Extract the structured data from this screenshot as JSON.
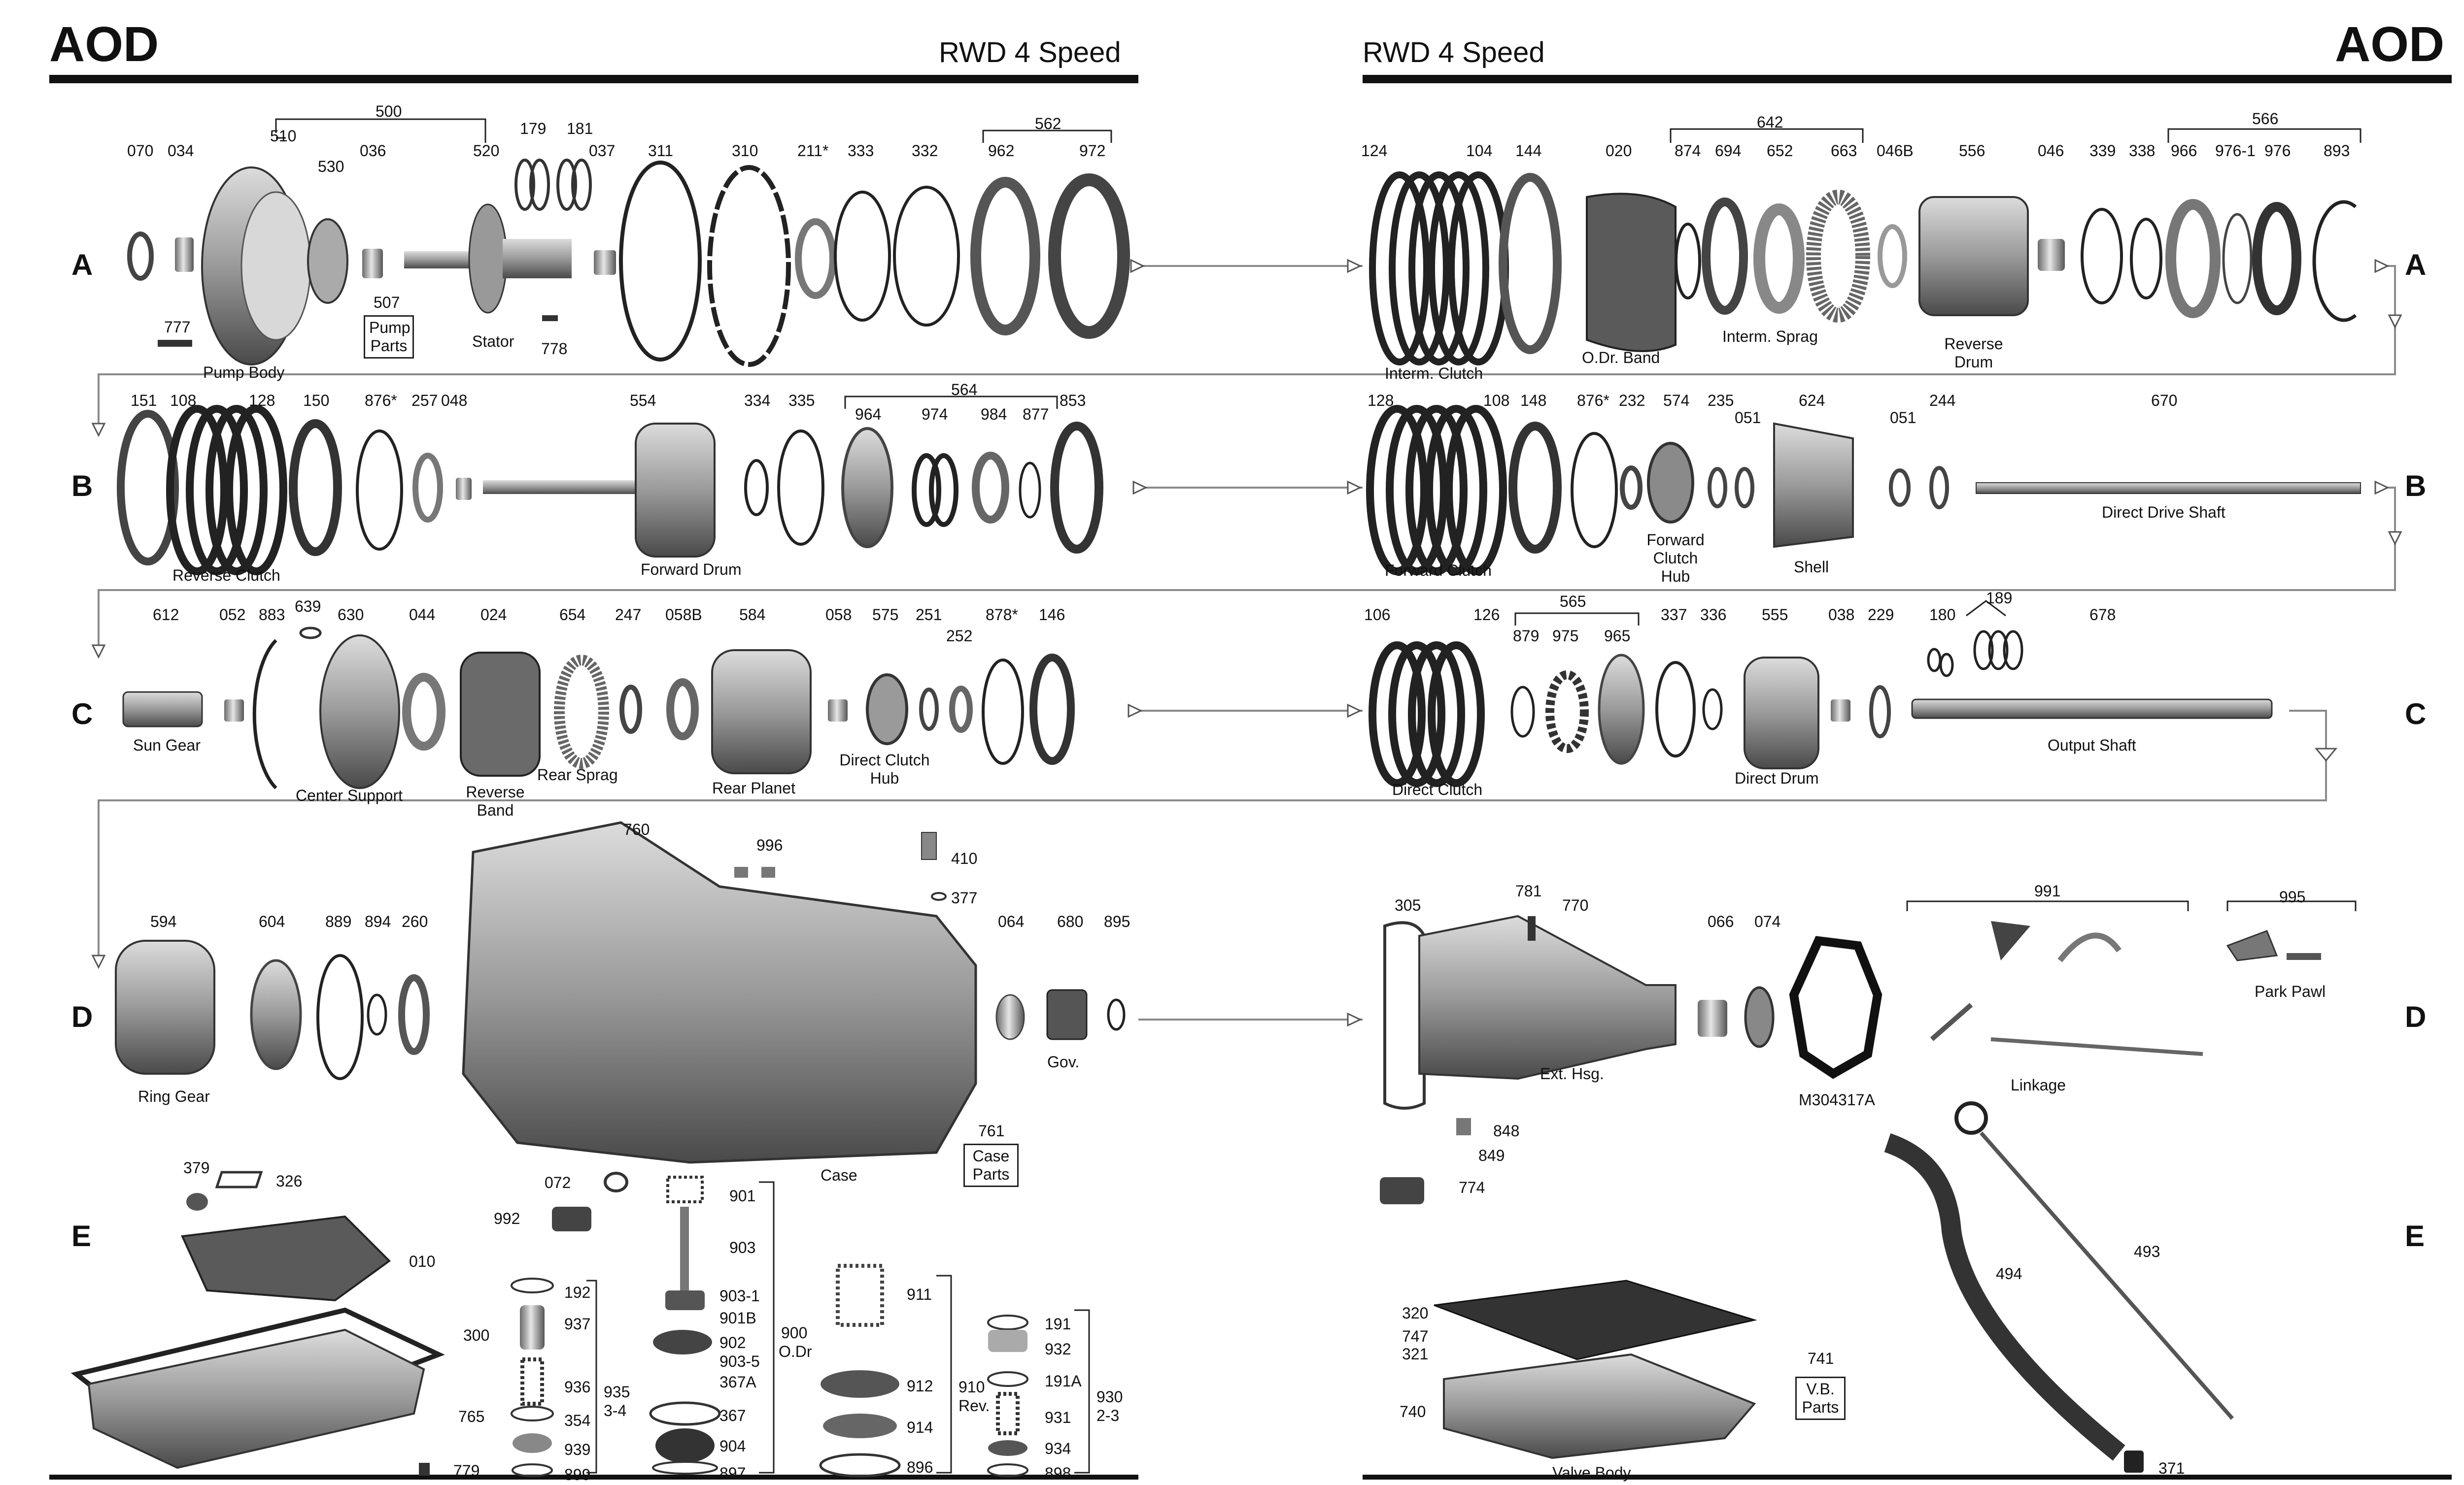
{
  "header": {
    "left_title": "AOD",
    "left_subtitle": "RWD 4 Speed",
    "right_title": "AOD",
    "right_subtitle": "RWD 4 Speed"
  },
  "rows": [
    "A",
    "B",
    "C",
    "D",
    "E"
  ],
  "part_numbers": [
    "070",
    "034",
    "510",
    "500",
    "530",
    "036",
    "520",
    "179",
    "181",
    "037",
    "311",
    "310",
    "211*",
    "333",
    "332",
    "562",
    "962",
    "972",
    "124",
    "104",
    "144",
    "020",
    "642",
    "874",
    "694",
    "652",
    "663",
    "046B",
    "556",
    "046",
    "339",
    "338",
    "566",
    "966",
    "976-1",
    "976",
    "893",
    "151",
    "108",
    "128",
    "150",
    "876*",
    "257",
    "048",
    "554",
    "334",
    "335",
    "564",
    "964",
    "974",
    "984",
    "877",
    "853",
    "128",
    "108",
    "148",
    "876*",
    "232",
    "574",
    "235",
    "051",
    "624",
    "051",
    "244",
    "670",
    "612",
    "052",
    "883",
    "639",
    "630",
    "044",
    "024",
    "654",
    "247",
    "058B",
    "584",
    "058",
    "575",
    "251",
    "252",
    "878*",
    "146",
    "106",
    "126",
    "565",
    "879",
    "975",
    "965",
    "337",
    "336",
    "555",
    "038",
    "229",
    "180",
    "189",
    "678",
    "760",
    "996",
    "410",
    "377",
    "594",
    "604",
    "889",
    "894",
    "260",
    "064",
    "680",
    "895",
    "305",
    "781",
    "770",
    "066",
    "074",
    "991",
    "995",
    "848",
    "849",
    "774",
    "379",
    "326",
    "010",
    "300",
    "765",
    "779",
    "072",
    "992",
    "192",
    "937",
    "936",
    "354",
    "939",
    "899",
    "935",
    "3-4",
    "901",
    "903",
    "903-1",
    "901B",
    "902",
    "903-5",
    "367A",
    "367",
    "904",
    "897",
    "900",
    "O.Dr",
    "911",
    "912",
    "914",
    "896",
    "910",
    "Rev.",
    "191",
    "932",
    "191A",
    "931",
    "934",
    "898",
    "930",
    "2-3",
    "320",
    "747",
    "321",
    "740",
    "741",
    "494",
    "493",
    "371"
  ],
  "captions": {
    "pump_body": "Pump Body",
    "pump_parts": "Pump Parts",
    "pump_parts_num": "507",
    "stator": "Stator",
    "p777": "777",
    "p778": "778",
    "interm_clutch": "Interm. Clutch",
    "odr_band": "O.Dr. Band",
    "interm_sprag": "Interm. Sprag",
    "reverse_drum": "Reverse Drum",
    "reverse_clutch": "Reverse Clutch",
    "forward_drum": "Forward Drum",
    "forward_clutch": "Forward Clutch",
    "forward_clutch_hub": "Forward Clutch Hub",
    "shell": "Shell",
    "direct_drive_shaft": "Direct Drive Shaft",
    "sun_gear": "Sun Gear",
    "center_support": "Center Support",
    "reverse_band": "Reverse Band",
    "rear_sprag": "Rear Sprag",
    "rear_planet": "Rear Planet",
    "direct_clutch_hub": "Direct Clutch Hub",
    "direct_clutch": "Direct Clutch",
    "direct_drum": "Direct Drum",
    "output_shaft": "Output Shaft",
    "ring_gear": "Ring Gear",
    "case": "Case",
    "case_parts": "Case Parts",
    "case_parts_num": "761",
    "gov": "Gov.",
    "ext_hsg": "Ext. Hsg.",
    "gasket_num": "M304317A",
    "linkage": "Linkage",
    "park_pawl": "Park Pawl",
    "valve_body": "Valve Body",
    "vb_parts": "V.B. Parts"
  },
  "colors": {
    "ink": "#111111",
    "metal_light": "#c8c8c8",
    "metal_dark": "#5a5a5a",
    "friction_dark": "#2a2a2a",
    "arrow_gray": "#8a8a8a"
  }
}
